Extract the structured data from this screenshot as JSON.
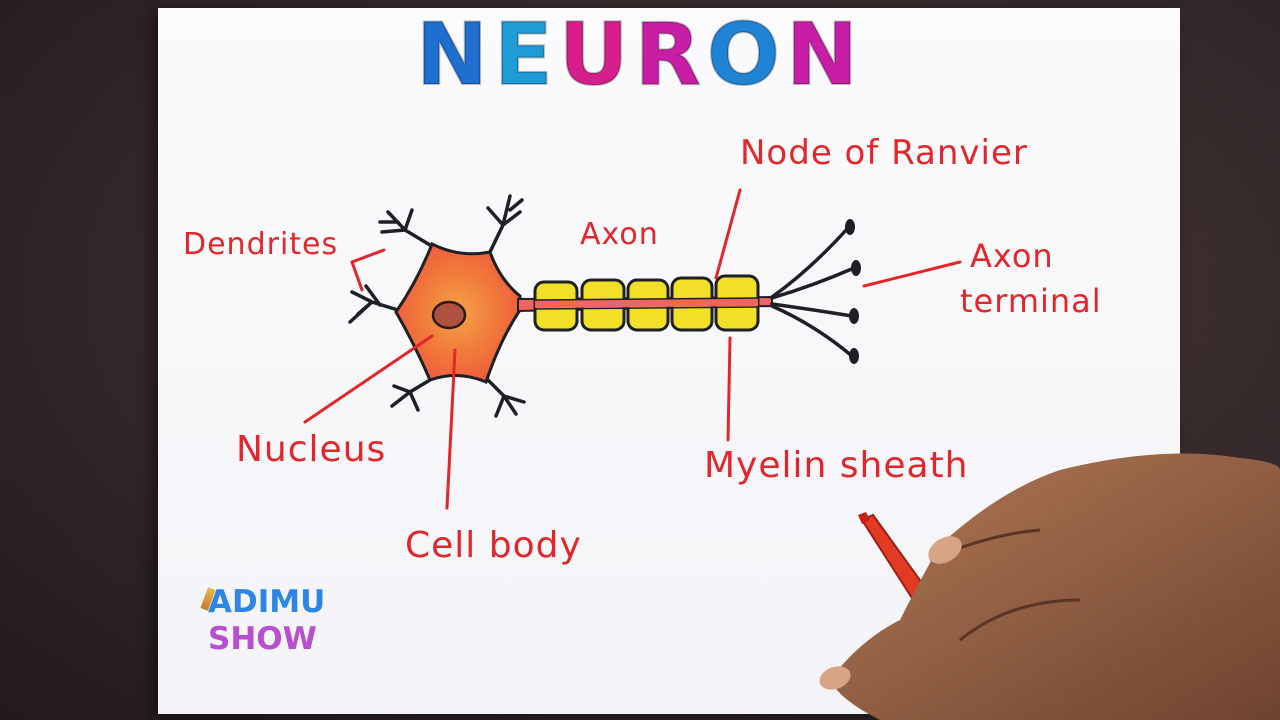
{
  "title": {
    "letters": [
      {
        "char": "N",
        "color": "#1f6fd1"
      },
      {
        "char": "E",
        "color": "#1f9bd6"
      },
      {
        "char": "U",
        "color": "#d61e8c"
      },
      {
        "char": "R",
        "color": "#c81ea6"
      },
      {
        "char": "O",
        "color": "#1f84d6"
      },
      {
        "char": "N",
        "color": "#c81ea6"
      }
    ]
  },
  "labels": {
    "dendrites": "Dendrites",
    "axon": "Axon",
    "node_of_ranvier": "Node of Ranvier",
    "axon_terminal_line1": "Axon",
    "axon_terminal_line2": "terminal",
    "nucleus": "Nucleus",
    "cell_body": "Cell body",
    "myelin_sheath": "Myelin sheath"
  },
  "watermark": {
    "line1": "ADIMU",
    "line2": "SHOW"
  },
  "colors": {
    "label_red": "#e3262b",
    "myelin_yellow": "#f2e028",
    "cell_body_orange": "#f06a3a",
    "nucleus": "#b05040"
  }
}
